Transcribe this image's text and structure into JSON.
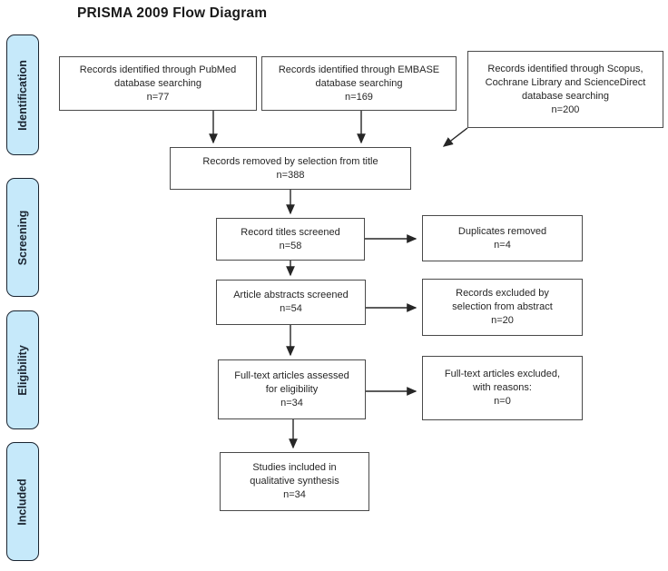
{
  "title": "PRISMA 2009 Flow Diagram",
  "stages": [
    {
      "label": "Identification"
    },
    {
      "label": "Screening"
    },
    {
      "label": "Eligibility"
    },
    {
      "label": "Included"
    }
  ],
  "boxes": {
    "pubmed": {
      "text": "Records identified through PubMed\ndatabase searching\nn=77"
    },
    "embase": {
      "text": "Records identified through EMBASE\ndatabase searching\nn=169"
    },
    "scopus": {
      "text": "Records identified through Scopus,\nCochrane Library and ScienceDirect\ndatabase searching\nn=200"
    },
    "removed_title": {
      "text": "Records removed by selection from title\nn=388"
    },
    "titles_screened": {
      "text": "Record titles screened\nn=58"
    },
    "duplicates_removed": {
      "text": "Duplicates removed\nn=4"
    },
    "abstracts_screened": {
      "text": "Article abstracts screened\nn=54"
    },
    "excluded_abstract": {
      "text": "Records excluded by\nselection from abstract\nn=20"
    },
    "fulltext_assessed": {
      "text": "Full-text articles assessed\nfor eligibility\nn=34"
    },
    "fulltext_excluded": {
      "text": "Full-text articles excluded,\nwith reasons:\nn=0"
    },
    "included_qualitative": {
      "text": "Studies included in\nqualitative synthesis\nn=34"
    }
  },
  "colors": {
    "stage_fill": "#c6e9fa",
    "stage_border": "#1a2430",
    "box_border": "#4a4a4a",
    "arrow": "#262626",
    "text": "#262626"
  }
}
